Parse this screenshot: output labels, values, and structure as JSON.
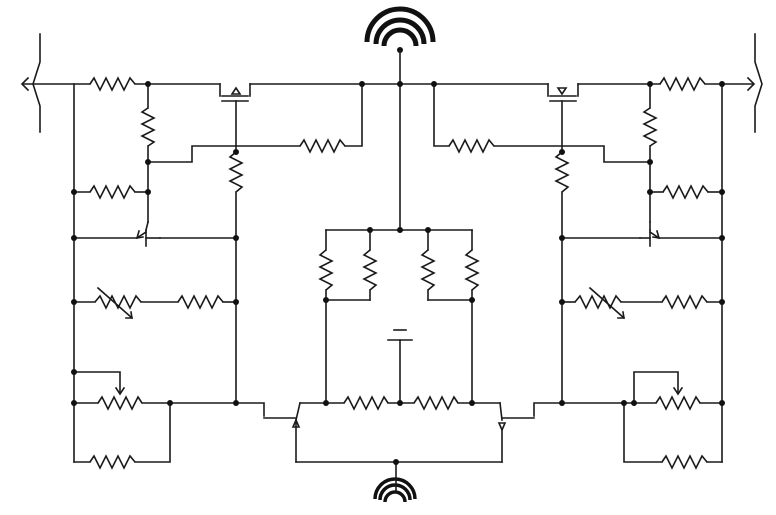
{
  "diagram": {
    "kind": "circuit-schematic",
    "colors": {
      "background": "#ffffff",
      "ink": "#1a1a1a"
    },
    "components": {
      "antennas": [
        "antenna-top",
        "antenna-bottom"
      ],
      "terminals": [
        "terminal-left",
        "terminal-right"
      ],
      "transistors": [
        "mosfet-left",
        "mosfet-right",
        "bjt-left",
        "bjt-right",
        "fet-bottom-left",
        "fet-bottom-right"
      ],
      "variable_resistors": [
        "variable-resistor-left",
        "variable-resistor-right"
      ],
      "potentiometers": [
        "potentiometer-left",
        "potentiometer-right"
      ],
      "capacitors": [
        "capacitor-center"
      ],
      "resistor_count": 22
    }
  }
}
